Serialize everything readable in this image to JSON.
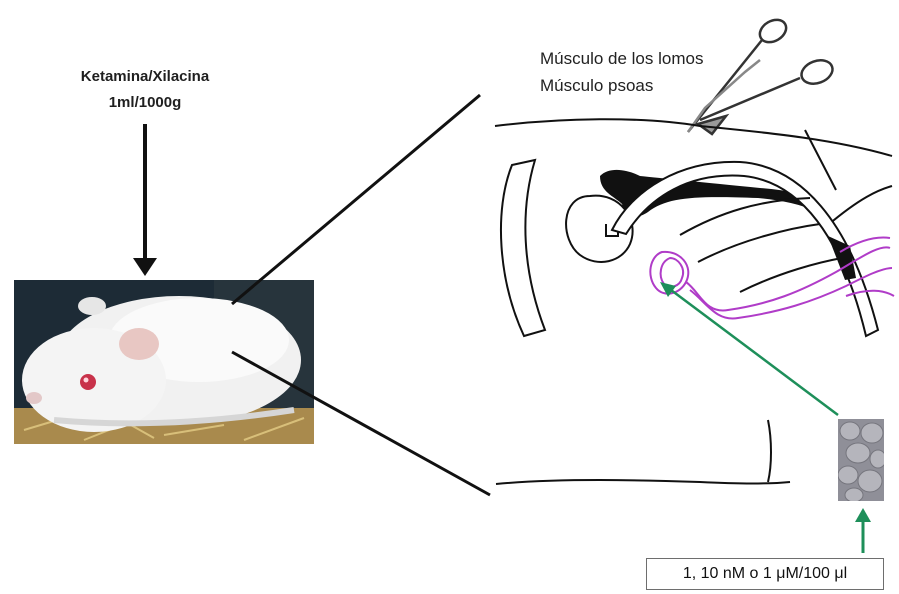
{
  "dose": {
    "drug": "Ketamina/Xilacina",
    "amount": "1ml/1000g"
  },
  "muscles": {
    "line1": "Músculo de los lomos",
    "line2": "Músculo psoas"
  },
  "concentration": "1, 10 nM o 1 μM/100 μl",
  "colors": {
    "arrow_green": "#1e8f5a",
    "ovary_outline": "#b03cc8",
    "ink": "#111111"
  }
}
